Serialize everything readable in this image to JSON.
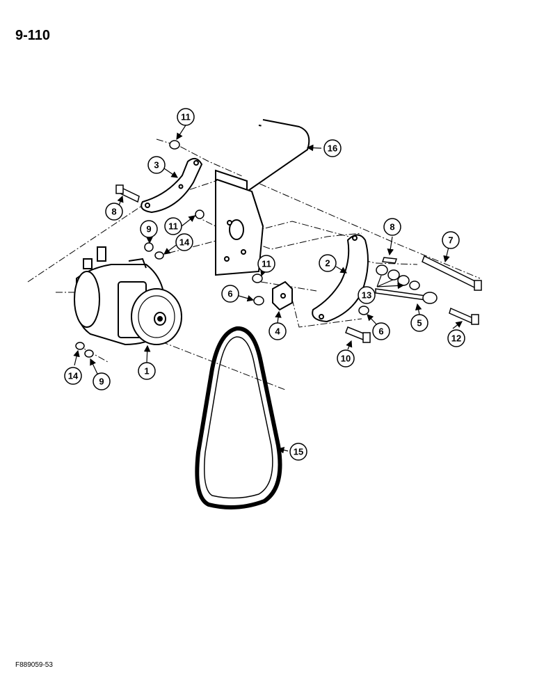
{
  "page": {
    "number": "9-110",
    "figure_code": "F889059-53"
  },
  "callouts": [
    {
      "id": "callout-1",
      "label": "1"
    },
    {
      "id": "callout-2",
      "label": "2"
    },
    {
      "id": "callout-3",
      "label": "3"
    },
    {
      "id": "callout-4",
      "label": "4"
    },
    {
      "id": "callout-5",
      "label": "5"
    },
    {
      "id": "callout-6-left",
      "label": "6"
    },
    {
      "id": "callout-6-right",
      "label": "6"
    },
    {
      "id": "callout-7",
      "label": "7"
    },
    {
      "id": "callout-8-left",
      "label": "8"
    },
    {
      "id": "callout-8-right",
      "label": "8"
    },
    {
      "id": "callout-9-upper",
      "label": "9"
    },
    {
      "id": "callout-9-lower",
      "label": "9"
    },
    {
      "id": "callout-10",
      "label": "10"
    },
    {
      "id": "callout-11-top",
      "label": "11"
    },
    {
      "id": "callout-11-middle",
      "label": "11"
    },
    {
      "id": "callout-11-center",
      "label": "11"
    },
    {
      "id": "callout-12",
      "label": "12"
    },
    {
      "id": "callout-13",
      "label": "13"
    },
    {
      "id": "callout-14-upper",
      "label": "14"
    },
    {
      "id": "callout-14-lower",
      "label": "14"
    },
    {
      "id": "callout-15",
      "label": "15"
    },
    {
      "id": "callout-16",
      "label": "16"
    }
  ]
}
